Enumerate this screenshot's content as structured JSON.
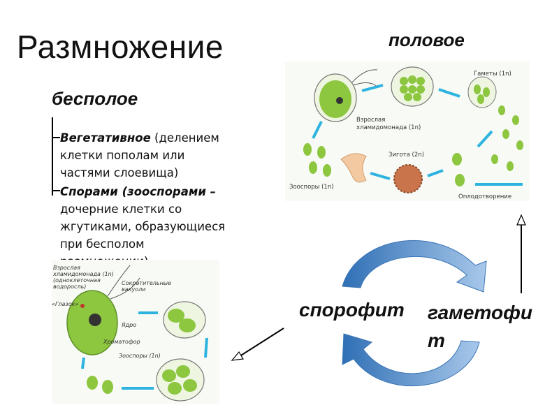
{
  "title": "Размножение",
  "sexual": {
    "heading": "половое",
    "labels": {
      "gametes": "Гаметы (1n)",
      "adult": "Взрослая\nхламидомонада (1n)",
      "zygote": "Зигота (2n)",
      "zoospores": "Зооспоры (1n)",
      "fertilization": "Оплодотворение"
    }
  },
  "asexual": {
    "heading": "бесполое",
    "items": [
      {
        "bold": "Вегетативное",
        "rest": " (делением клетки пополам или частями слоевища)"
      },
      {
        "bold": "Спорами (зооспорами –",
        "rest": " дочерние клетки со жгутиками, образующиеся при бесполом размножении)"
      }
    ],
    "labels": {
      "adult_line1": "Взрослая",
      "adult_line2": "хламидомонада (1n)",
      "adult_line3": "(одноклеточная",
      "adult_line4": "водоросль)",
      "eyespot": "«Глазок»",
      "vacuoles_line1": "Сократительные",
      "vacuoles_line2": "вакуоли",
      "nucleus": "Ядро",
      "chromatophore": "Хроматофор",
      "zoospores": "Зооспоры (1n)"
    }
  },
  "cycle": {
    "sporophyte": "спорофит",
    "gametophyte": "гаметофит"
  },
  "colors": {
    "cell_green": "#8dc63f",
    "cell_light": "#d7ecb7",
    "arrow_blue": "#2eb3e0",
    "cycle_blue": "#4a86c8",
    "zygote": "#c9744a"
  }
}
